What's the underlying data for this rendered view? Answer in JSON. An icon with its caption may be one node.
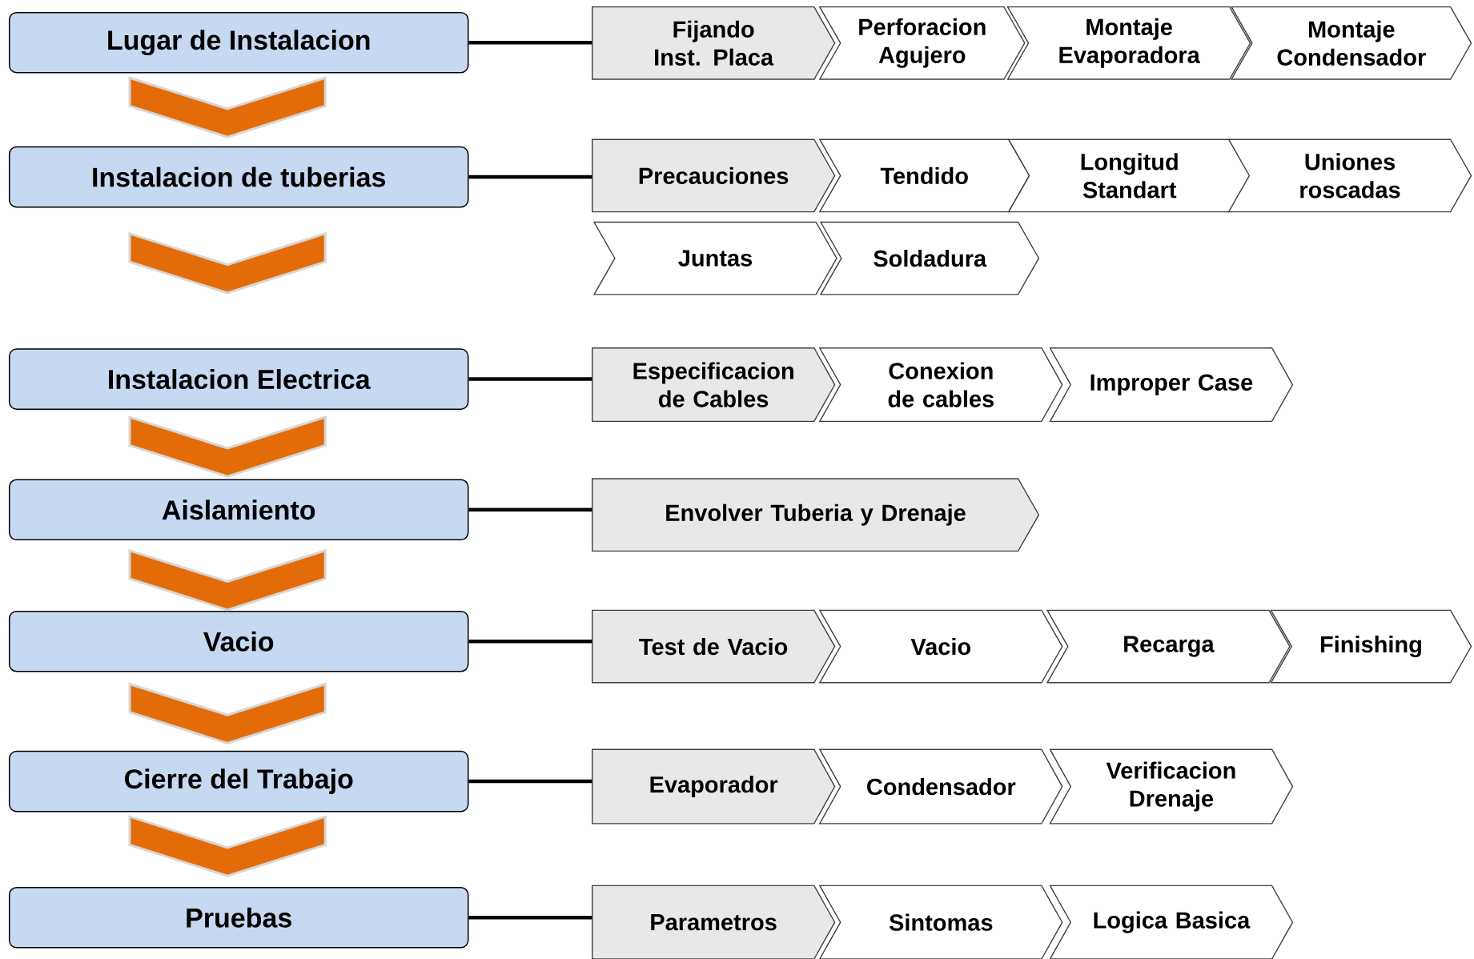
{
  "diagram": {
    "nodes": [
      {
        "text": [
          "Lugar de Instalacion"
        ]
      },
      {
        "text": [
          "Fijando Inst. Placa"
        ]
      },
      {
        "text": [
          "Perforacion Agujero"
        ]
      },
      {
        "text": [
          "Montaje Evaporadora"
        ]
      },
      {
        "text": [
          "Montaje Condensador"
        ]
      },
      {
        "text": [
          "Instalacion de tuberias"
        ]
      },
      {
        "text": [
          "Precauciones"
        ]
      },
      {
        "text": [
          "Tendido"
        ]
      },
      {
        "text": [
          "Longitud Standart"
        ]
      },
      {
        "text": [
          "Uniones roscadas"
        ]
      },
      {
        "text": [
          "Juntas"
        ]
      },
      {
        "text": [
          "Soldadura"
        ]
      },
      {
        "text": [
          "Instalacion Electrica"
        ]
      },
      {
        "text": [
          "Especificacion de Cables"
        ]
      },
      {
        "text": [
          "Conexion de cables"
        ]
      },
      {
        "text": [
          "Improper Case"
        ]
      },
      {
        "text": [
          "Aislamiento"
        ]
      },
      {
        "text": [
          "Envolver Tuberia y Drenaje"
        ]
      },
      {
        "text": [
          "Vacio"
        ]
      },
      {
        "text": [
          "Test de Vacio"
        ]
      },
      {
        "text": [
          "Vacio"
        ]
      },
      {
        "text": [
          "Recarga"
        ]
      },
      {
        "text": [
          "Finishing"
        ]
      },
      {
        "text": [
          "Cierre del Trabajo"
        ]
      },
      {
        "text": [
          "Evaporador"
        ]
      },
      {
        "text": [
          "Condensador"
        ]
      },
      {
        "text": [
          "Verificacion Drenaje"
        ]
      },
      {
        "text": [
          "Pruebas"
        ]
      },
      {
        "text": [
          "Parametros"
        ]
      },
      {
        "text": [
          "Sintomas"
        ]
      },
      {
        "text": [
          "Logica Basica"
        ]
      }
    ],
    "edges": [
      {
        "from": 0,
        "to": 1,
        "arrow": "none"
      },
      {
        "from": 5,
        "to": 6,
        "arrow": "none"
      },
      {
        "from": 12,
        "to": 13,
        "arrow": "none"
      },
      {
        "from": 16,
        "to": 17,
        "arrow": "none"
      },
      {
        "from": 18,
        "to": 19,
        "arrow": "none"
      },
      {
        "from": 23,
        "to": 24,
        "arrow": "none"
      },
      {
        "from": 27,
        "to": 28,
        "arrow": "none"
      },
      {
        "from": 0,
        "to": 5,
        "arrow": "to",
        "color": "#e36c09"
      },
      {
        "from": 5,
        "to": 12,
        "arrow": "to",
        "color": "#e36c09"
      },
      {
        "from": 12,
        "to": 16,
        "arrow": "to",
        "color": "#e36c09"
      },
      {
        "from": 16,
        "to": 18,
        "arrow": "to",
        "color": "#e36c09"
      },
      {
        "from": 18,
        "to": 23,
        "arrow": "to",
        "color": "#e36c09"
      },
      {
        "from": 23,
        "to": 27,
        "arrow": "to",
        "color": "#e36c09"
      }
    ]
  }
}
